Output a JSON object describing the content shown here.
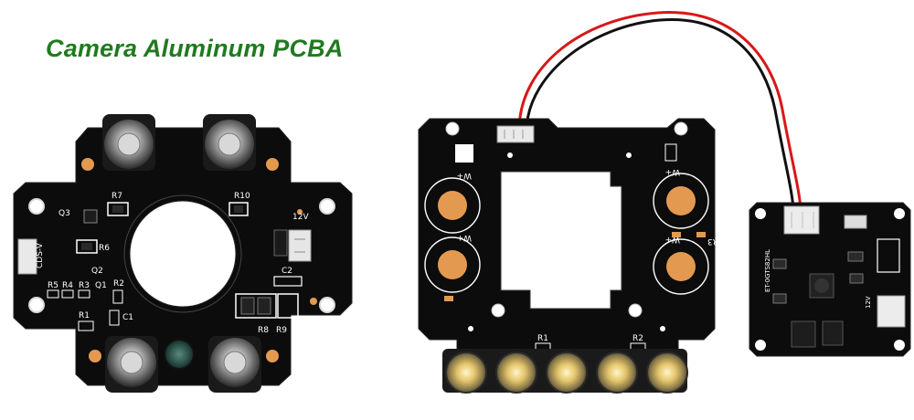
{
  "title": "Camera Aluminum PCBA",
  "colors": {
    "title": "#1f7a1f",
    "pcb": "#0c0c0c",
    "silkscreen": "#ffffff",
    "copper_pad": "#e39a50",
    "wire_red": "#d81818",
    "wire_black": "#111111"
  },
  "left_board": {
    "labels": {
      "r7": "R7",
      "r10": "R10",
      "q3": "Q3",
      "v12": "12V",
      "r6": "R6",
      "q2": "Q2",
      "c2": "C2",
      "r2": "R2",
      "r5": "R5",
      "r4": "R4",
      "r3": "R3",
      "q1": "Q1",
      "r1": "R1",
      "c1": "C1",
      "r8": "R8",
      "r9": "R9",
      "code": "CDS-V"
    }
  },
  "middle_board": {
    "labels": {
      "r1": "R1",
      "r2": "R2",
      "r3": "R3",
      "w_left_top": "W+",
      "w_left_bottom": "W+",
      "w_right_top": "W+",
      "w_right_bottom": "W+"
    }
  },
  "right_board": {
    "labels": {
      "code": "ET-0GTS82HL",
      "v12": "12V"
    }
  }
}
